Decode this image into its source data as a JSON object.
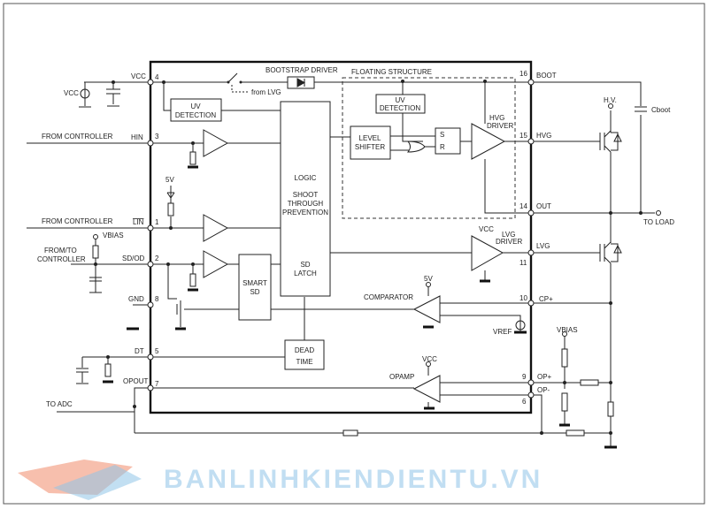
{
  "pins_left": {
    "vcc": {
      "name": "VCC",
      "num": "4"
    },
    "hin": {
      "name": "HIN",
      "num": "3"
    },
    "lin": {
      "name": "LIN",
      "num": "1"
    },
    "sd": {
      "name": "SD/OD",
      "num": "2"
    },
    "gnd": {
      "name": "GND",
      "num": "8"
    },
    "dt": {
      "name": "DT",
      "num": "5"
    },
    "opout": {
      "name": "OPOUT",
      "num": "7"
    }
  },
  "pins_right": {
    "boot": {
      "name": "BOOT",
      "num": "16"
    },
    "hvg": {
      "name": "HVG",
      "num": "15"
    },
    "out": {
      "name": "OUT",
      "num": "14"
    },
    "lvg": {
      "name": "LVG",
      "num": "11"
    },
    "cp": {
      "name": "CP+",
      "num": "10"
    },
    "opp": {
      "name": "OP+",
      "num": "9"
    },
    "opm": {
      "name": "OP-",
      "num": "6"
    }
  },
  "blocks": {
    "uv1": [
      "UV",
      "DETECTION"
    ],
    "uv2": [
      "UV",
      "DETECTION"
    ],
    "bootstrap": "BOOTSTRAP DRIVER",
    "from_lvg": "from LVG",
    "floating": "FLOATING STRUCTURE",
    "level_shifter": [
      "LEVEL",
      "SHIFTER"
    ],
    "sr": [
      "S",
      "R"
    ],
    "hvg_driver": [
      "HVG",
      "DRIVER"
    ],
    "lvg_driver": [
      "LVG",
      "DRIVER"
    ],
    "logic": [
      "LOGIC",
      "SHOOT",
      "THROUGH",
      "PREVENTION"
    ],
    "sd_latch": [
      "SD",
      "LATCH"
    ],
    "smart_sd": [
      "SMART",
      "SD"
    ],
    "dead_time": [
      "DEAD",
      "TIME"
    ],
    "comparator": "COMPARATOR",
    "opamp": "OPAMP"
  },
  "external": {
    "vcc_src": "VCC",
    "from_controller_hin": "FROM CONTROLLER",
    "from_controller_lin": "FROM CONTROLLER",
    "from_to_controller": [
      "FROM/TO",
      "CONTROLLER"
    ],
    "vbias1": "VBIAS",
    "vbias2": "VBIAS",
    "five_v_1": "5V",
    "five_v_2": "5V",
    "vcc_lvg": "VCC",
    "vcc_opamp": "VCC",
    "vref": "VREF",
    "hv": "H.V.",
    "cboot": "Cboot",
    "to_load": "TO LOAD",
    "to_adc": "TO ADC"
  },
  "watermark": "BANLINHKIENDIENTU.VN"
}
